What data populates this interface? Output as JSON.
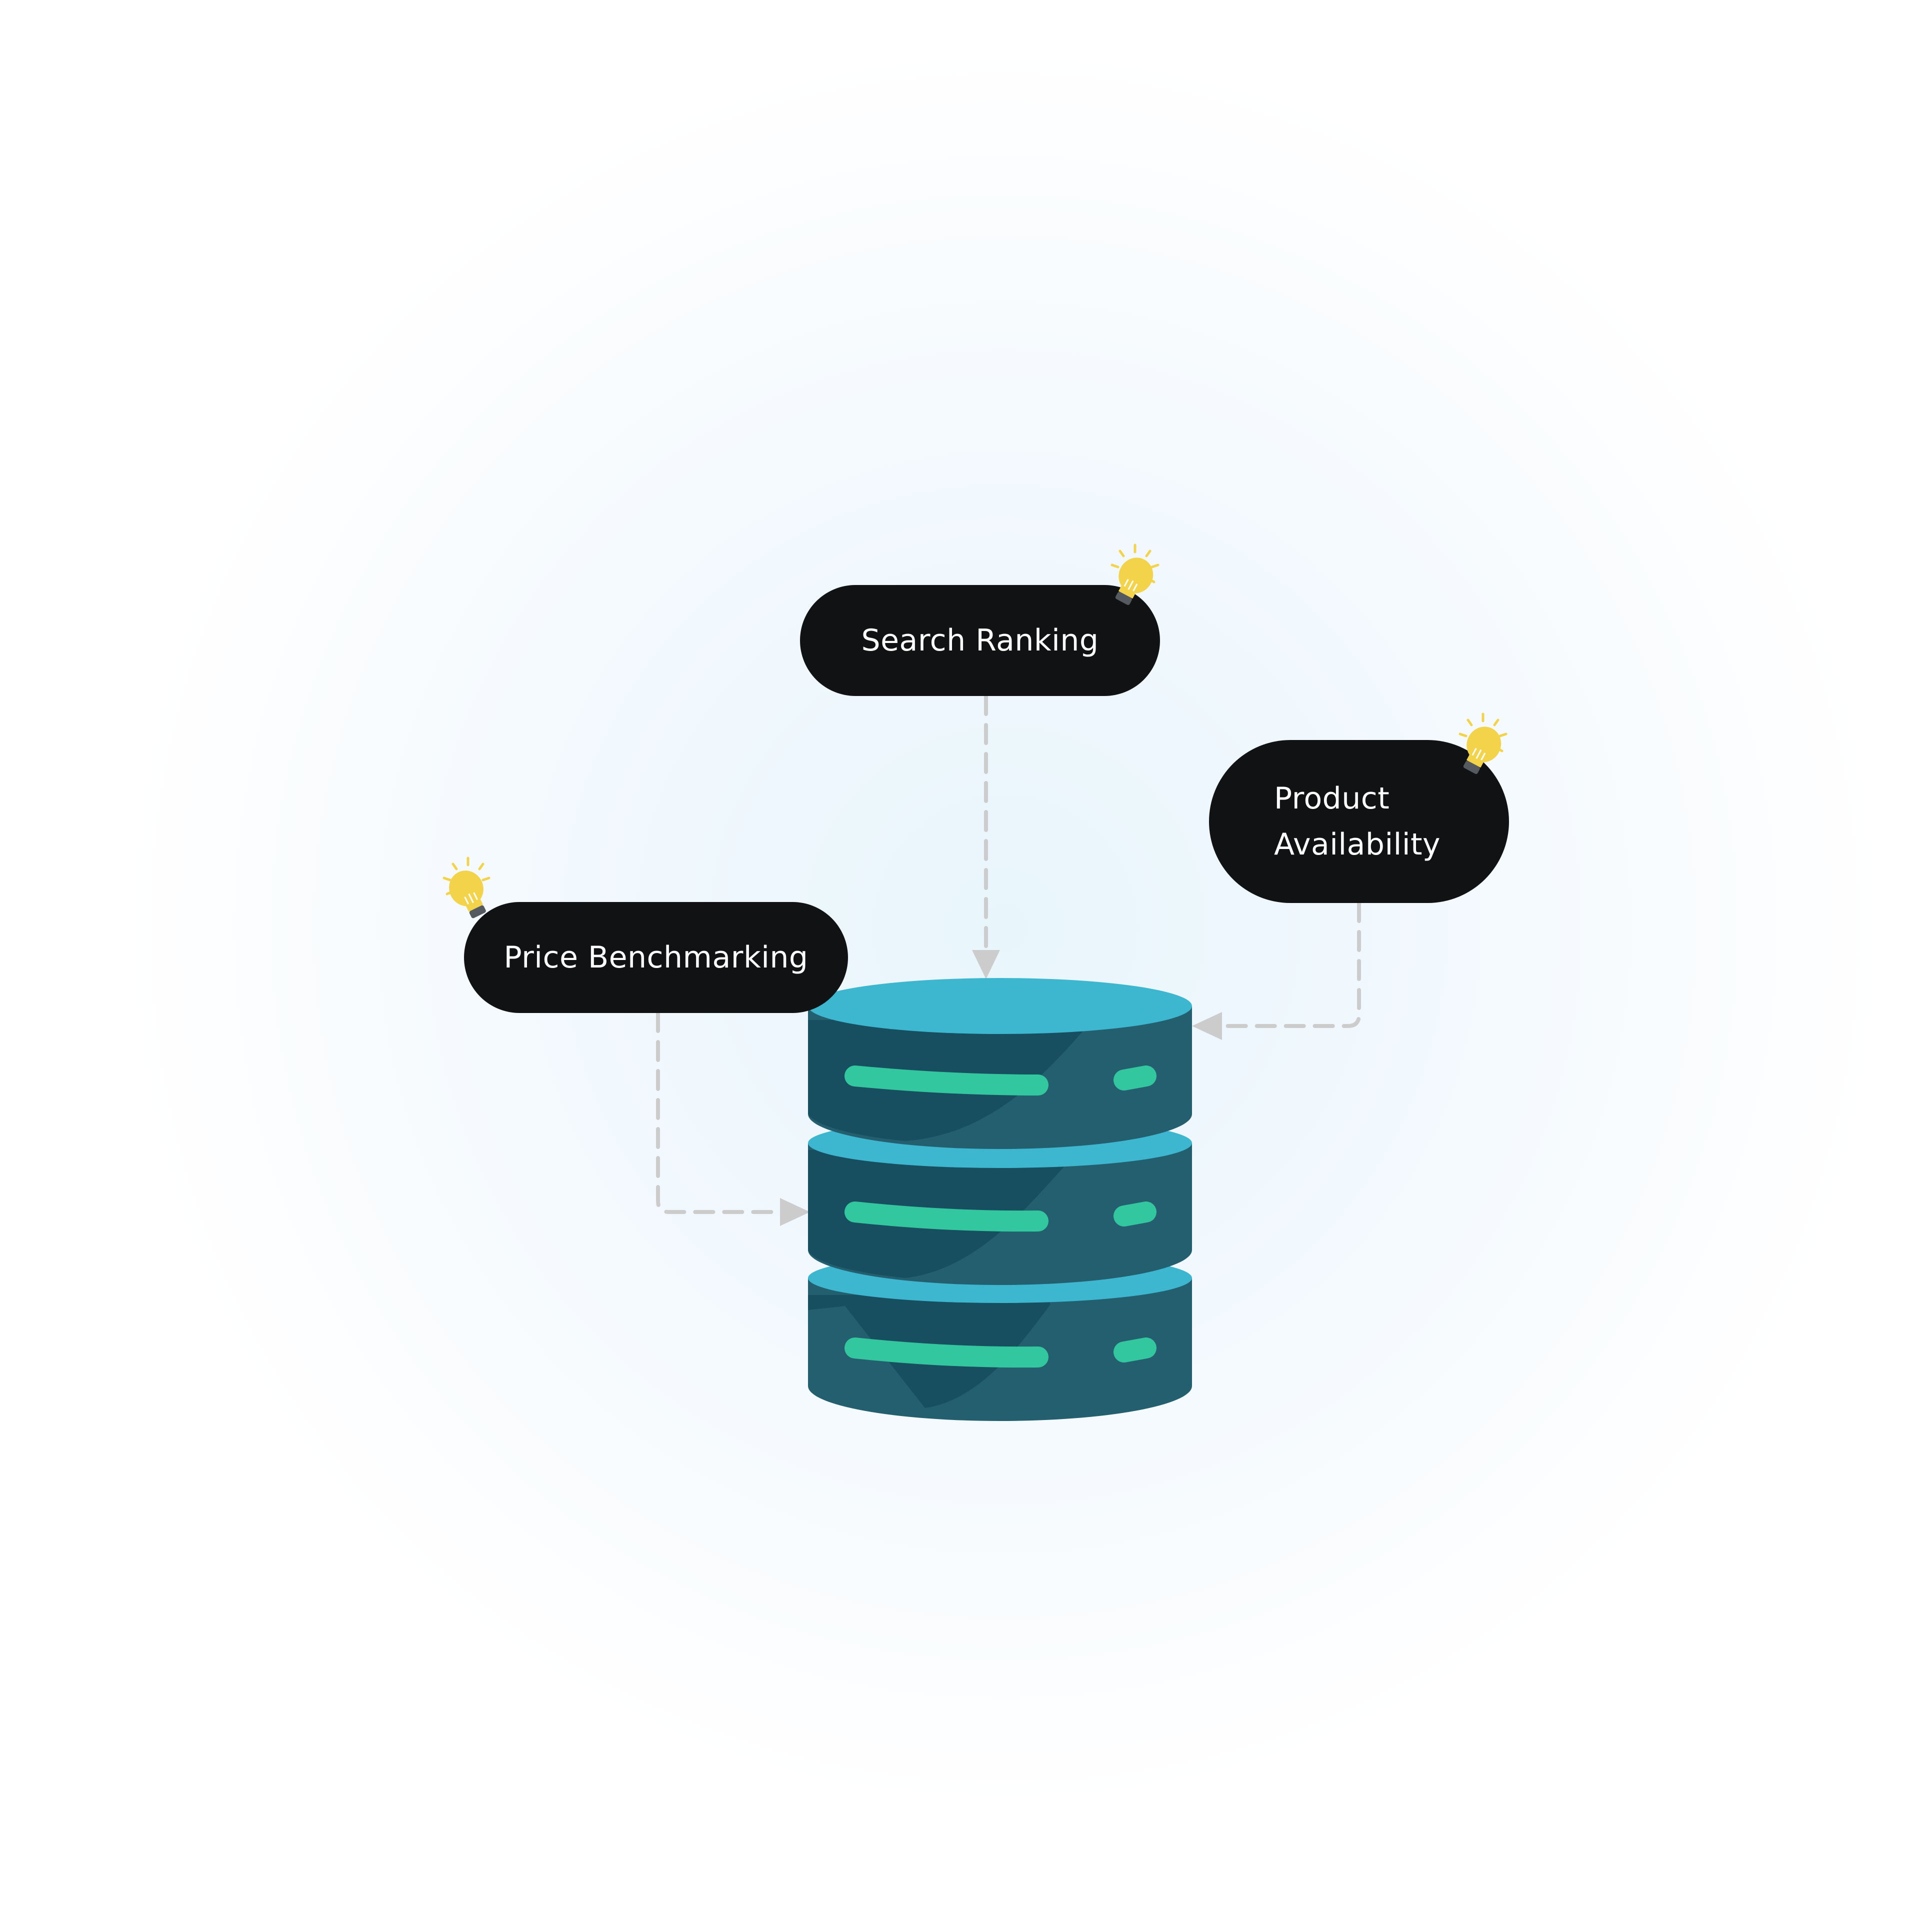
{
  "nodes": {
    "search_ranking": {
      "label": "Search Ranking"
    },
    "product_availability": {
      "label_line1": "Product",
      "label_line2": "Availability"
    },
    "price_benchmarking": {
      "label": "Price Benchmarking"
    }
  },
  "colors": {
    "pill_bg": "#111214",
    "pill_text": "#ffffff",
    "db_top": "#3db7cf",
    "db_body": "#235f6e",
    "db_shadow": "#174f60",
    "db_bar": "#33c79f",
    "connector": "#cccccc",
    "bulb": "#f3d34a"
  },
  "icons": {
    "node_badge": "lightbulb-icon",
    "center": "database-icon"
  }
}
